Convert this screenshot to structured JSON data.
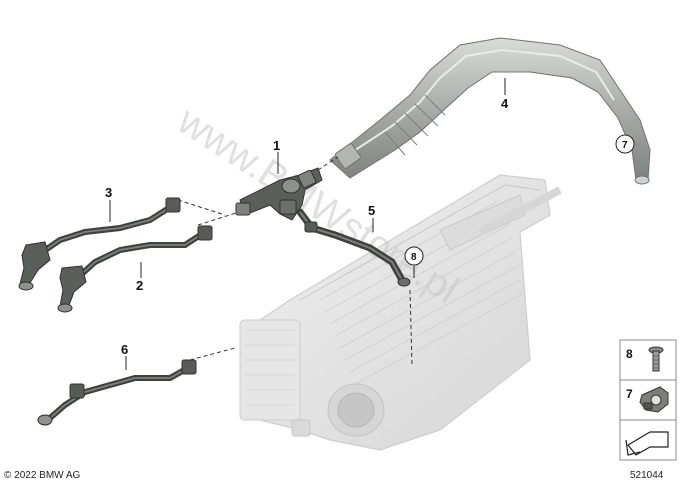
{
  "callouts": {
    "p1": "1",
    "p2": "2",
    "p3": "3",
    "p4": "4",
    "p5": "5",
    "p6": "6",
    "p7_circle": "7",
    "p8_circle": "8"
  },
  "legend": {
    "item8": "8",
    "item7": "7",
    "arrow_icon": "arrow-icon"
  },
  "copyright": "© 2022 BMW AG",
  "diagram_number": "521044",
  "watermark": "www.BMWstore.pl",
  "colors": {
    "hose": "#4a4f4a",
    "hose_light": "#9aa09a",
    "pipe_light": "#b8bcb8",
    "intercooler": "#dcdcdc",
    "frame": "#8a8a8a"
  }
}
